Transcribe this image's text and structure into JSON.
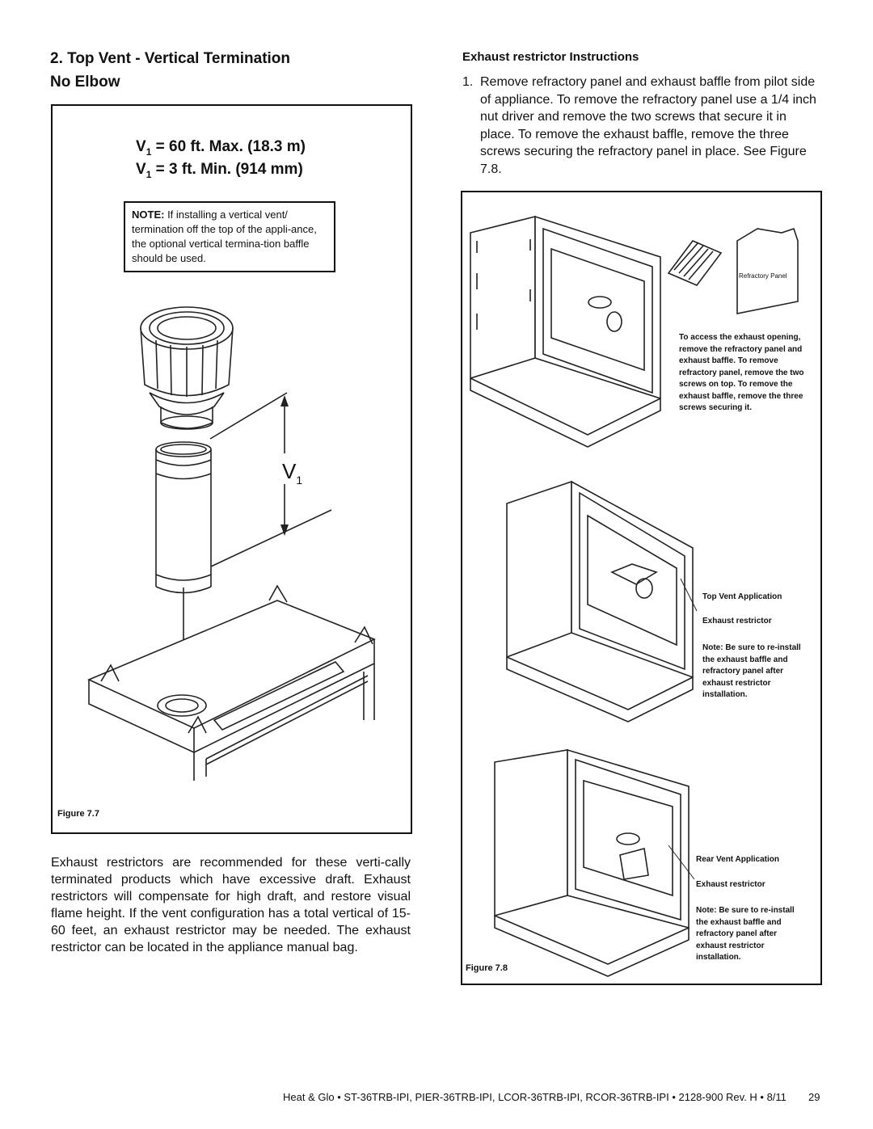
{
  "left": {
    "heading_line1": "2.  Top Vent - Vertical Termination",
    "heading_line2": "No Elbow",
    "v1_max": "V",
    "v1_max_sub": "1",
    "v1_max_rest": " = 60 ft. Max. (18.3 m)",
    "v1_min": "V",
    "v1_min_sub": "1",
    "v1_min_rest": " = 3 ft. Min. (914 mm)",
    "note_label": "NOTE:",
    "note_text": " If installing a vertical vent/ termination off the top of the appli-ance, the optional vertical termina-tion baffle should be used.",
    "dim_label": "V",
    "dim_sub": "1",
    "figure_caption": "Figure 7.7",
    "paragraph": "Exhaust restrictors are recommended for these verti-cally terminated products which have excessive draft. Exhaust restrictors will compensate for high draft, and restore visual flame height. If the vent configuration has a total vertical of 15-60 feet, an exhaust restrictor may be needed. The exhaust restrictor can be located in the appliance manual bag."
  },
  "right": {
    "heading": "Exhaust restrictor Instructions",
    "step_number": "1.",
    "step_text": "Remove refractory panel and exhaust baffle from pilot side of appliance. To remove the refractory panel use a 1/4 inch nut driver and remove the two screws that secure it in place. To remove the exhaust baffle, remove the three screws securing the refractory panel in place. See Figure 7.8.",
    "refractory_label": "Refractory Panel",
    "access_note": "To access the exhaust opening, remove the refractory panel and exhaust baffle. To remove refractory panel, remove the two screws on top. To remove the exhaust baffle, remove the three screws securing it.",
    "top_vent_label": "Top Vent Application",
    "top_exhaust_label": "Exhaust restrictor",
    "top_note": "Note: Be sure to re-install the exhaust baffle and refractory panel after exhaust restrictor installation.",
    "rear_vent_label": "Rear Vent Application",
    "rear_exhaust_label": "Exhaust restrictor",
    "rear_note": "Note: Be sure to re-install the exhaust baffle and refractory panel after exhaust restrictor installation.",
    "figure_caption": "Figure 7.8"
  },
  "footer": {
    "text": "Heat & Glo  •  ST-36TRB-IPI, PIER-36TRB-IPI, LCOR-36TRB-IPI, RCOR-36TRB-IPI  •  2128-900 Rev. H  •  8/11",
    "page_number": "29"
  }
}
